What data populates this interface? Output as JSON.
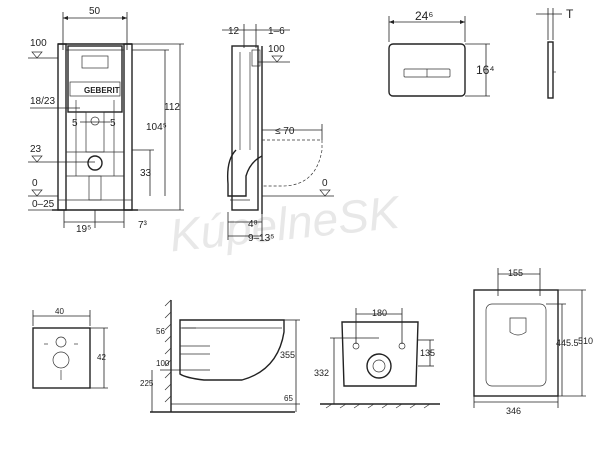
{
  "watermark": "KúpelneSK",
  "brand": "GEBERIT",
  "frame_front": {
    "width": "50",
    "height_total": "112",
    "height_frame": "104⁵",
    "level_top": "100",
    "level_mid": "23",
    "level_floor": "0",
    "floor_range": "0–25",
    "side_offset": "18/23",
    "half_left": "5",
    "half_right": "5",
    "drain_height": "33",
    "bottom_left": "19⁵",
    "bottom_right": "7³"
  },
  "frame_side": {
    "depth_top": "12",
    "depth_range": "1–6",
    "level_top": "100",
    "bowl_reach": "≤ 70",
    "level_floor": "0",
    "wall_offset": "4⁸",
    "wall_range": "9–13⁵"
  },
  "flush_plate": {
    "width": "24⁶",
    "height": "16⁴",
    "thickness": "T"
  },
  "mounting_plate": {
    "width": "40",
    "height": "42"
  },
  "bowl_side": {
    "top_offset": "56",
    "height": "355",
    "inlet_height": "100",
    "outlet_height": "225",
    "depth": "65"
  },
  "bowl_back": {
    "bolt_spacing": "180",
    "bolt_height": "135",
    "outlet_height": "332"
  },
  "bowl_top": {
    "bolt_spacing": "155",
    "inner_length": "445.5",
    "outer_length": "510",
    "width": "346"
  }
}
